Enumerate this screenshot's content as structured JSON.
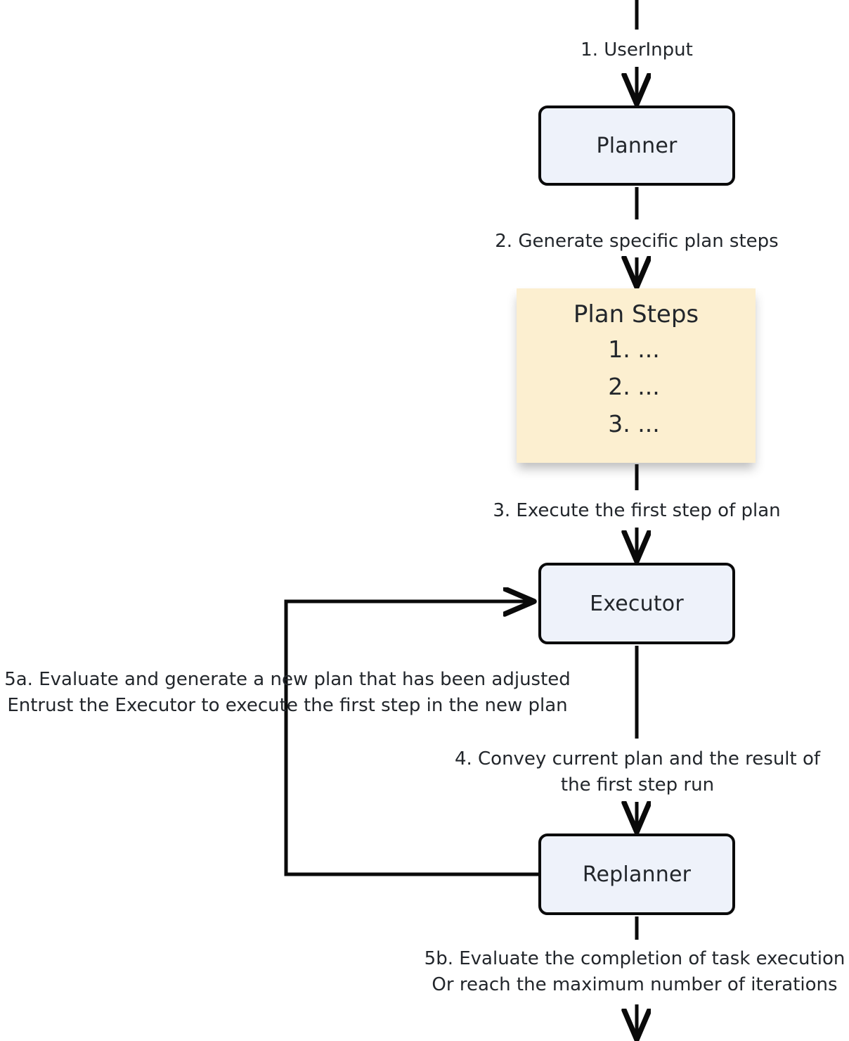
{
  "diagram": {
    "title": "Plan-and-Execute agent workflow",
    "type": "flowchart",
    "background_color": "#ffffff",
    "node_fill_color": "#eef2fa",
    "note_fill_color": "#fcefd0",
    "stroke_color": "#0a0a0a",
    "text_color": "#22262b"
  },
  "nodes": {
    "planner": "Planner",
    "executor": "Executor",
    "replanner": "Replanner",
    "plan_steps": {
      "title": "Plan Steps",
      "items": [
        "1. ...",
        "2. ...",
        "3. ..."
      ]
    }
  },
  "edges": {
    "e1": "1. UserInput",
    "e2": "2. Generate specific plan steps",
    "e3": "3. Execute the first step of plan",
    "e4": "4. Convey current plan and the result of\nthe first step run",
    "e5a": "5a. Evaluate and generate a new plan that has been adjusted\nEntrust the Executor to execute the first step in the new plan",
    "e5b": "5b. Evaluate the completion of task execution\nOr reach the maximum number of iterations"
  }
}
